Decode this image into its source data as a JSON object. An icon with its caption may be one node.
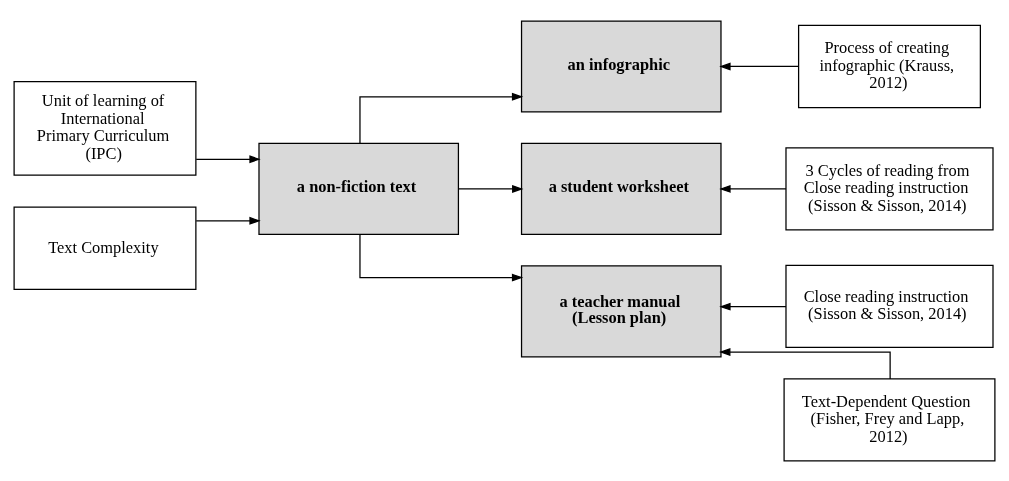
{
  "diagram": {
    "nodes": [
      {
        "text": [
          "Unit of learning of International Primary Curriculum (IPC)"
        ]
      },
      {
        "text": [
          "Text Complexity"
        ]
      },
      {
        "text": [
          "a non-fiction text"
        ]
      },
      {
        "text": [
          "an infographic"
        ]
      },
      {
        "text": [
          "a student worksheet"
        ]
      },
      {
        "text": [
          "a teacher manual (Lesson plan)"
        ]
      },
      {
        "text": [
          "Process of creating infographic (Krauss, 2012)"
        ]
      },
      {
        "text": [
          "3 Cycles of reading from Close reading instruction (Sisson & Sisson, 2014)"
        ]
      },
      {
        "text": [
          "Close reading instruction (Sisson & Sisson, 2014)"
        ]
      },
      {
        "text": [
          "Text-Dependent Question (Fisher, Frey and Lapp, 2012)"
        ]
      }
    ],
    "edges": [
      {
        "from": 0,
        "to": 2,
        "arrow": "to"
      },
      {
        "from": 1,
        "to": 2,
        "arrow": "to"
      },
      {
        "from": 2,
        "to": 3,
        "arrow": "to"
      },
      {
        "from": 2,
        "to": 4,
        "arrow": "to"
      },
      {
        "from": 2,
        "to": 5,
        "arrow": "to"
      },
      {
        "from": 6,
        "to": 3,
        "arrow": "to"
      },
      {
        "from": 7,
        "to": 4,
        "arrow": "to"
      },
      {
        "from": 8,
        "to": 5,
        "arrow": "to"
      },
      {
        "from": 9,
        "to": 5,
        "arrow": "to"
      }
    ]
  }
}
